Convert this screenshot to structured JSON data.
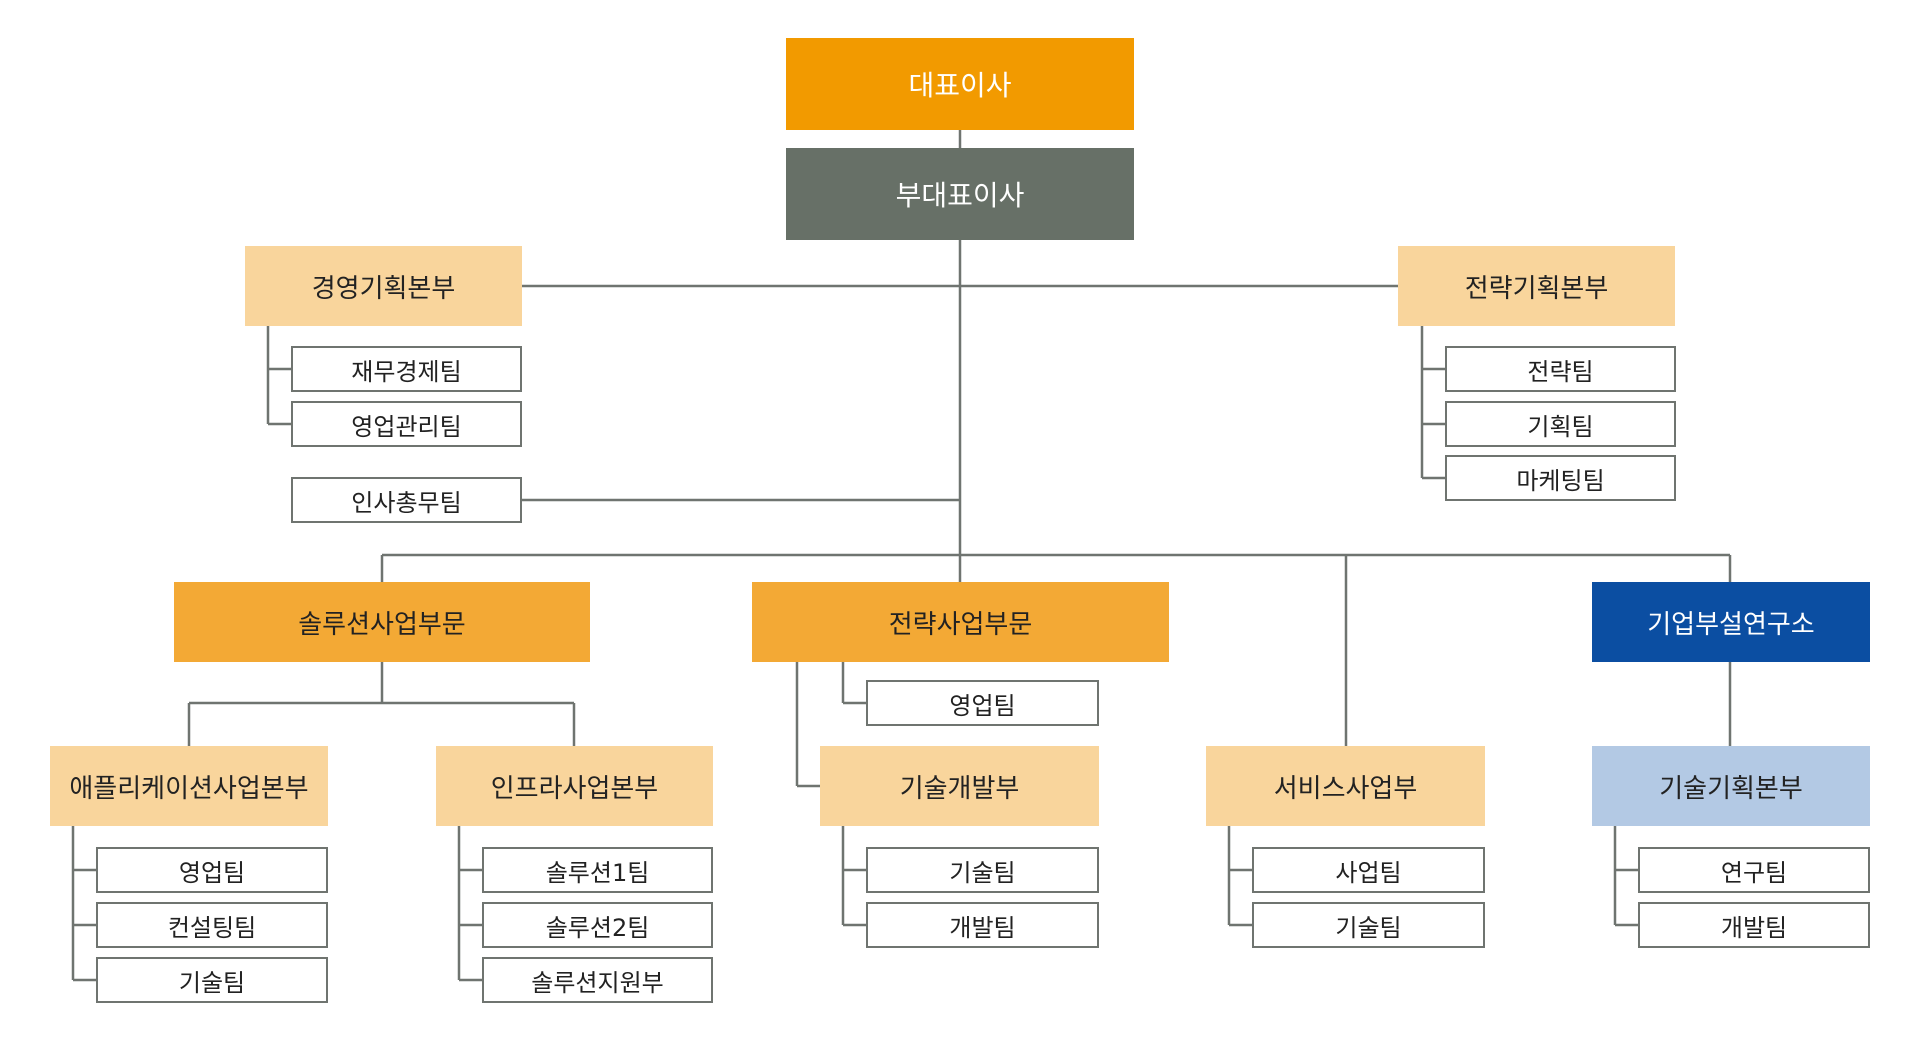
{
  "ceo": "대표이사",
  "vice_ceo": "부대표이사",
  "management_planning": {
    "title": "경영기획본부",
    "teams": [
      "재무경제팀",
      "영업관리팀"
    ]
  },
  "strategy_planning": {
    "title": "전략기획본부",
    "teams": [
      "전략팀",
      "기획팀",
      "마케팅팀"
    ]
  },
  "hr_team": "인사총무팀",
  "solution_division": {
    "title": "솔루션사업부문",
    "app_hq": {
      "title": "애플리케이션사업본부",
      "teams": [
        "영업팀",
        "컨설팅팀",
        "기술팀"
      ]
    },
    "infra_hq": {
      "title": "인프라사업본부",
      "teams": [
        "솔루션1팀",
        "솔루션2팀",
        "솔루션지원부"
      ]
    }
  },
  "strategy_division": {
    "title": "전략사업부문",
    "sales_team": "영업팀",
    "tech_dev": {
      "title": "기술개발부",
      "teams": [
        "기술팀",
        "개발팀"
      ]
    }
  },
  "service_division": {
    "title": "서비스사업부",
    "teams": [
      "사업팀",
      "기술팀"
    ]
  },
  "research_lab": {
    "title": "기업부설연구소",
    "tech_planning": {
      "title": "기술기획본부",
      "teams": [
        "연구팀",
        "개발팀"
      ]
    }
  },
  "colors": {
    "ceo": "#f29a00",
    "vice_ceo": "#677067",
    "division_light": "#f9d59c",
    "division_orange": "#f3a935",
    "division_blue": "#0b4ea2",
    "division_lightblue": "#b3c9e4",
    "line": "#6f7470"
  }
}
